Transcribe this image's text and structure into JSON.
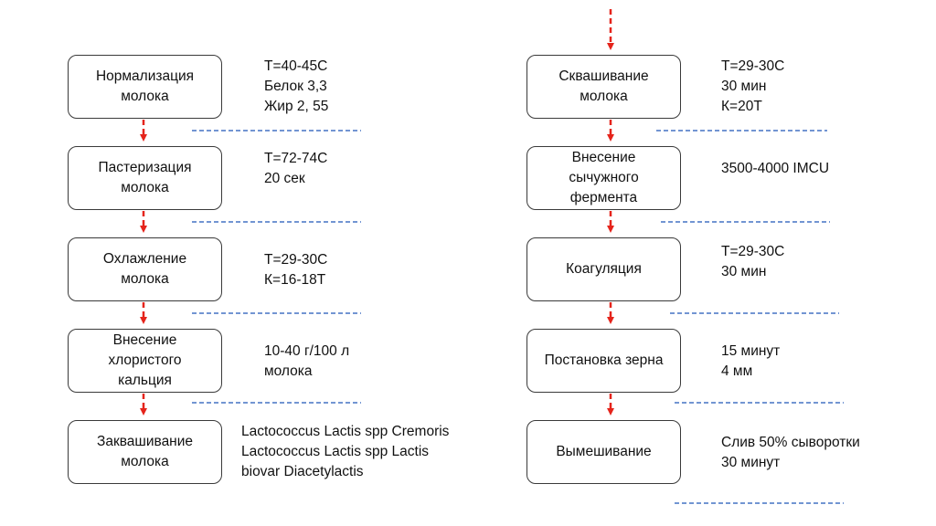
{
  "colors": {
    "arrow": "#e5241b",
    "separator": "#4472c4",
    "box_border": "#3a3a3a"
  },
  "left_column": {
    "steps": [
      {
        "label_lines": [
          "Нормализация",
          "молока"
        ],
        "note_lines": [
          "Т=40-45С",
          "Белок 3,3",
          "Жир 2, 55"
        ]
      },
      {
        "label_lines": [
          "Пастеризация",
          "молока"
        ],
        "note_lines": [
          "Т=72-74С",
          "20 сек"
        ]
      },
      {
        "label_lines": [
          "Охлажление",
          "молока"
        ],
        "note_lines": [
          "Т=29-30С",
          "К=16-18Т"
        ]
      },
      {
        "label_lines": [
          "Внесение",
          "хлористого",
          "кальция"
        ],
        "note_lines": [
          "10-40 г/100 л",
          "молока"
        ]
      },
      {
        "label_lines": [
          "Заквашивание",
          "молока"
        ],
        "note_lines": [
          "Lactococcus Lactis spp Cremoris",
          "Lactococcus Lactis spp Lactis",
          "biovar Diacetylactis"
        ]
      }
    ]
  },
  "right_column": {
    "steps": [
      {
        "label_lines": [
          "Сквашивание",
          "молока"
        ],
        "note_lines": [
          "Т=29-30С",
          "30 мин",
          "К=20Т"
        ]
      },
      {
        "label_lines": [
          "Внесение",
          "сычужного",
          "фермента"
        ],
        "note_lines": [
          "3500-4000 IMCU"
        ]
      },
      {
        "label_lines": [
          "Коагуляция"
        ],
        "note_lines": [
          "Т=29-30С",
          "30 мин"
        ]
      },
      {
        "label_lines": [
          "Постановка зерна"
        ],
        "note_lines": [
          "15 минут",
          "4 мм"
        ]
      },
      {
        "label_lines": [
          "Вымешивание"
        ],
        "note_lines": [
          "Слив 50% сыворотки",
          "30 минут"
        ]
      }
    ]
  }
}
